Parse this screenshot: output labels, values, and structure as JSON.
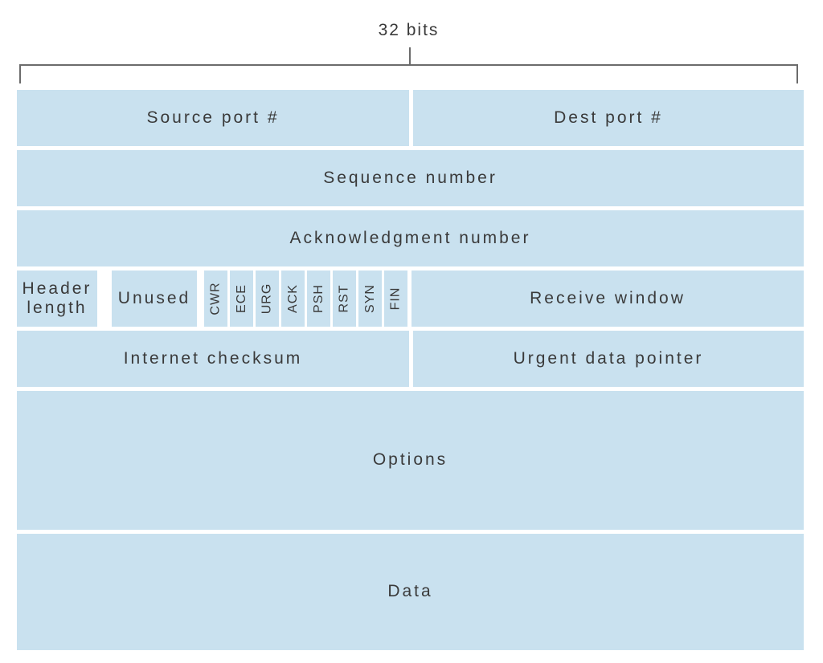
{
  "caption": "32 bits",
  "colors": {
    "cell_fill": "#c9e1ef",
    "text": "#3a3a3a",
    "line": "#6b6b6b"
  },
  "fields": {
    "source_port": "Source port #",
    "dest_port": "Dest port #",
    "sequence_number": "Sequence number",
    "ack_number": "Acknowledgment number",
    "header_length": "Header length",
    "unused": "Unused",
    "flags": [
      "CWR",
      "ECE",
      "URG",
      "ACK",
      "PSH",
      "RST",
      "SYN",
      "FIN"
    ],
    "receive_window": "Receive window",
    "internet_checksum": "Internet checksum",
    "urgent_data_pointer": "Urgent data pointer",
    "options": "Options",
    "data": "Data"
  }
}
